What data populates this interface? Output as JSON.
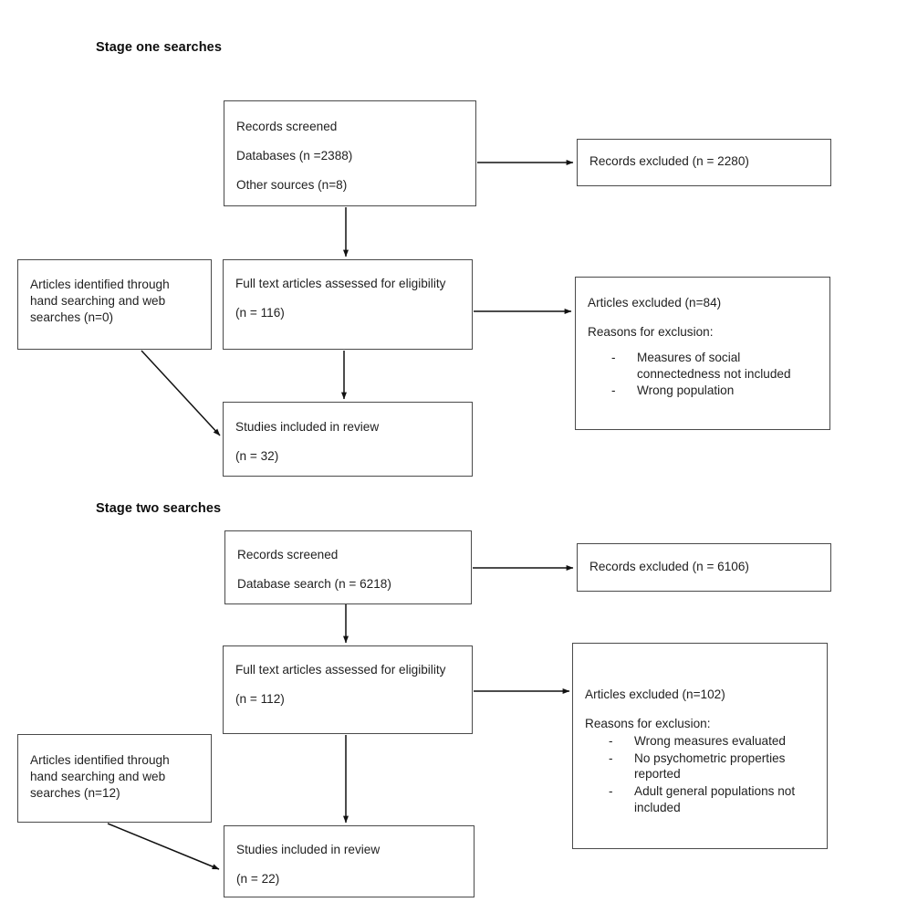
{
  "figure": {
    "type": "prisma-flow-diagram",
    "stages": [
      {
        "heading": "Stage one searches",
        "records_screened": {
          "line1": "Records screened",
          "line2": "Databases (n =2388)",
          "line3": "Other sources (n=8)"
        },
        "records_excluded": {
          "label": "Records excluded (n = 2280)"
        },
        "hand_search": {
          "line1": "Articles identified through hand searching and web searches (n=0)"
        },
        "full_text": {
          "line1": "Full text articles assessed for eligibility",
          "line2": "(n = 116)"
        },
        "articles_excluded": {
          "title": "Articles excluded (n=84)",
          "subtitle": "Reasons for exclusion:",
          "reasons": [
            "Measures of social connectedness not included",
            "Wrong population"
          ]
        },
        "studies_included": {
          "line1": "Studies included in review",
          "line2": "(n = 32)"
        }
      },
      {
        "heading": "Stage two searches",
        "records_screened": {
          "line1": "Records screened",
          "line2": "Database search (n = 6218)"
        },
        "records_excluded": {
          "label": "Records excluded (n = 6106)"
        },
        "hand_search": {
          "line1": "Articles identified through hand searching and web searches (n=12)"
        },
        "full_text": {
          "line1": "Full text articles assessed for eligibility",
          "line2": "(n = 112)"
        },
        "articles_excluded": {
          "title": "Articles excluded (n=102)",
          "subtitle": "Reasons for exclusion:",
          "reasons": [
            "Wrong measures evaluated",
            "No psychometric properties reported",
            "Adult general populations not included"
          ]
        },
        "studies_included": {
          "line1": "Studies included in review",
          "line2": "(n = 22)"
        }
      }
    ],
    "bullet_dash": "-",
    "colors": {
      "box_border": "#4a4a4a",
      "text": "#1f1f1f",
      "arrow": "#111111",
      "background": "#ffffff"
    }
  }
}
